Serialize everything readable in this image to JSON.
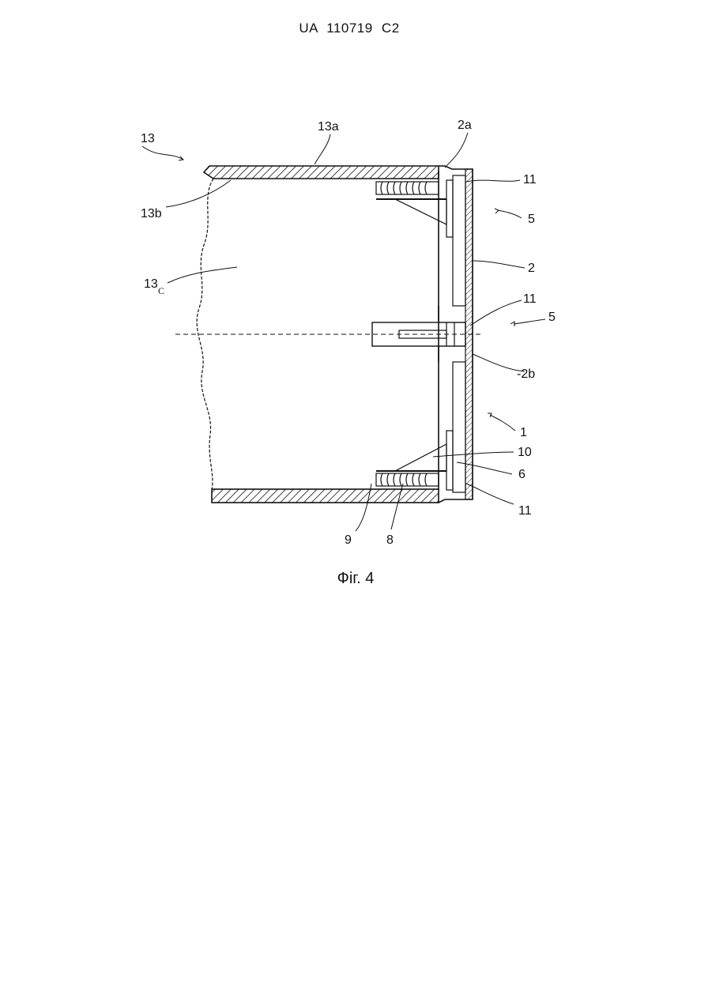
{
  "header": {
    "doc_id": "UA 110719 C2"
  },
  "figure": {
    "caption": "Фіг. 4",
    "labels": {
      "l13": "13",
      "l13a": "13a",
      "l13b": "13b",
      "l13c_main": "13",
      "l13c_sub": "C",
      "l2a": "2a",
      "l2": "2",
      "l2b": "-2b",
      "l11_top": "11",
      "l11_mid": "11",
      "l11_bot": "11",
      "l5_top": "5",
      "l5_mid": "5",
      "l1": "1",
      "l10": "10",
      "l6": "6",
      "l9": "9",
      "l8": "8"
    }
  }
}
